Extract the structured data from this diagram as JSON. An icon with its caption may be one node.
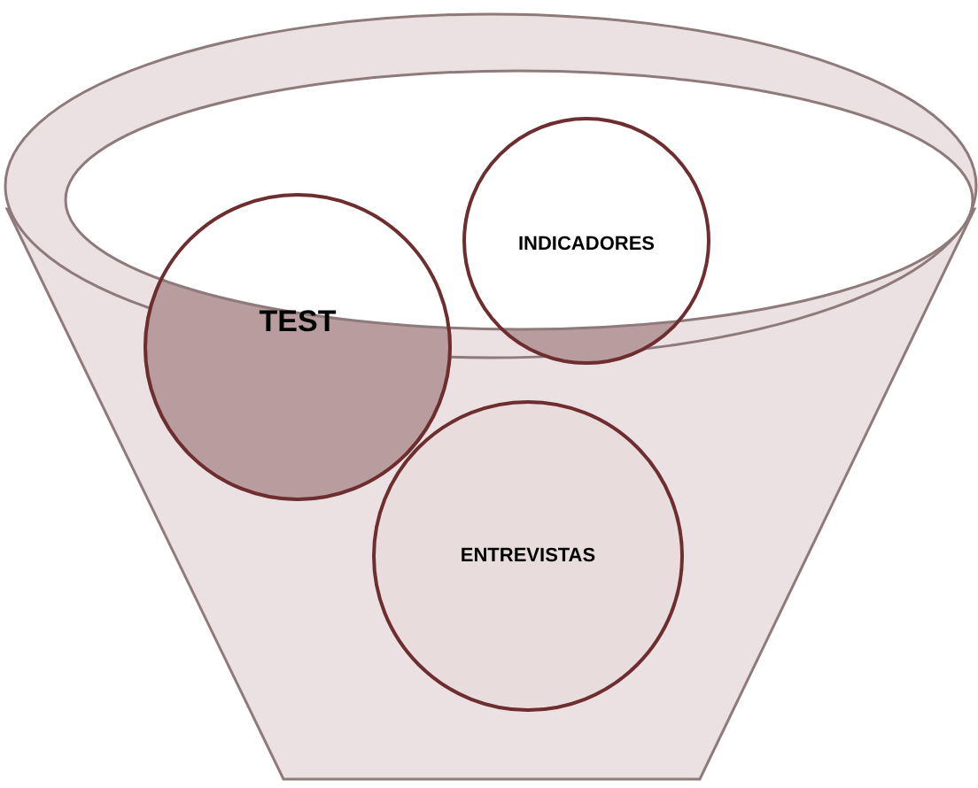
{
  "diagram": {
    "nodes": [
      {
        "text": [
          "TEST"
        ]
      },
      {
        "text": [
          "INDICADORES"
        ]
      },
      {
        "text": [
          "ENTREVISTAS"
        ]
      }
    ]
  }
}
